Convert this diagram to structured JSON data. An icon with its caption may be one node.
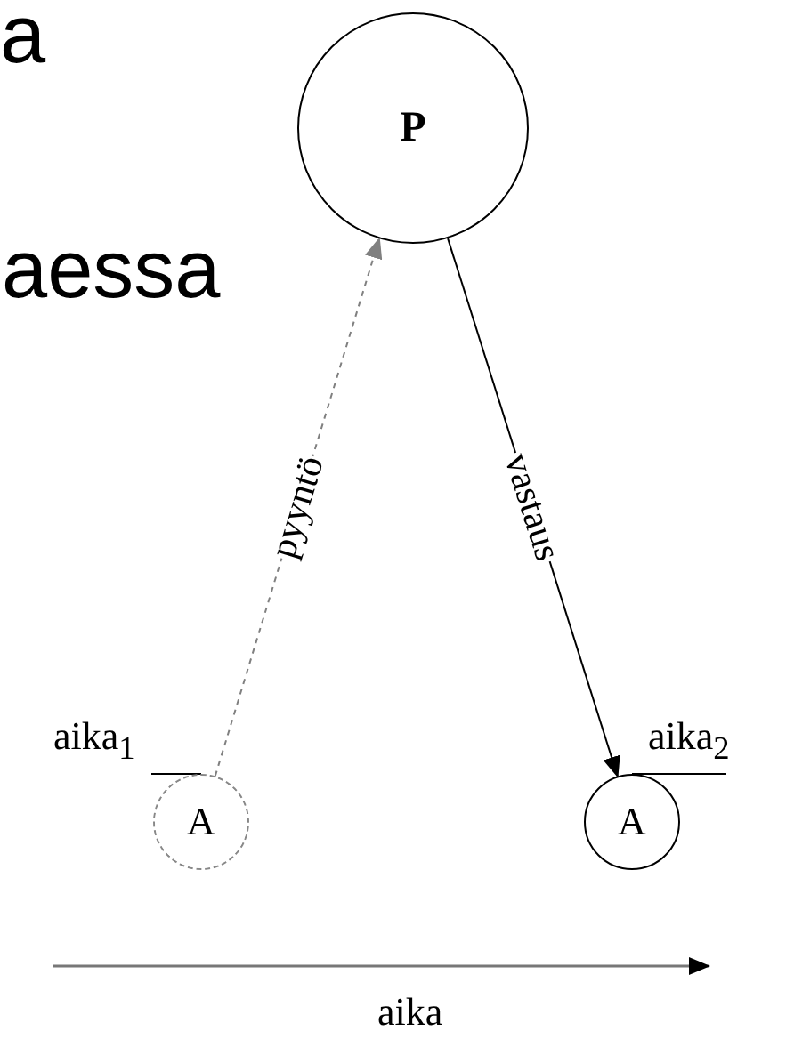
{
  "diagram": {
    "nodes": [
      {
        "text": [
          "P"
        ]
      },
      {
        "text": [
          "A"
        ]
      },
      {
        "text": [
          "A"
        ]
      }
    ],
    "edges": [
      {
        "from": 1,
        "to": 0,
        "arrow": "to",
        "label": "pyyntö",
        "style": "dashed",
        "color": "#808080"
      },
      {
        "from": 0,
        "to": 2,
        "arrow": "to",
        "label": "vastaus",
        "color": "#000000"
      }
    ],
    "labels": [
      "a",
      "aessa",
      "aika$_{1}$",
      "aika$_{2}$",
      "aika"
    ]
  }
}
